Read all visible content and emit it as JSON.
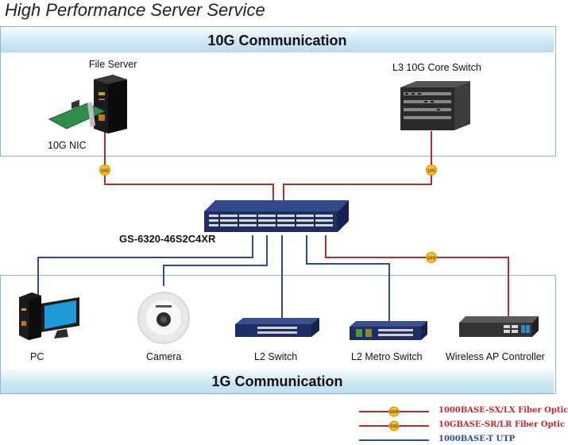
{
  "page_title": "High Performance Server Service",
  "top_section": {
    "title": "10G Communication"
  },
  "bottom_section": {
    "title": "1G Communication"
  },
  "devices": {
    "file_server": "File Server",
    "nic": "10G NIC",
    "core_switch": "L3 10G Core Switch",
    "main_switch_model": "GS-6320-46S2C4XR",
    "pc": "PC",
    "camera": "Camera",
    "l2_switch": "L2 Switch",
    "l2_metro_switch": "L2 Metro Switch",
    "wireless_ap_controller": "Wireless AP Controller"
  },
  "link_badges": {
    "ten_g": "10G",
    "one_g": "1000"
  },
  "legend": [
    {
      "text": "1000BASE-SX/LX Fiber Optic",
      "color": "#c0282d",
      "badge": "1000"
    },
    {
      "text": "10GBASE-SR/LR Fiber Optic",
      "color": "#c0282d",
      "badge": "10G"
    },
    {
      "text": "1000BASE-T UTP",
      "color": "#2b4b9b"
    }
  ],
  "colors": {
    "fiber": "#c0282d",
    "utp": "#2b4b9b",
    "band": "#cfe6f3",
    "border": "#8ab8d4"
  }
}
